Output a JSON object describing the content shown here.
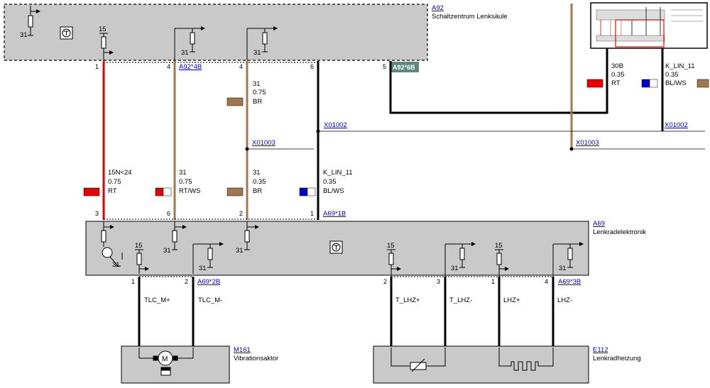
{
  "components": {
    "a92": {
      "id": "A92",
      "name": "Schaltzentrum Lenksäule"
    },
    "a69": {
      "id": "A69",
      "name": "Lenkradelektronik"
    },
    "m161": {
      "id": "M161",
      "name": "Vibrationsaktor"
    },
    "e112": {
      "id": "E112",
      "name": "Lenkradheizung"
    }
  },
  "connectors": {
    "a92_4b": "A92*4B",
    "a92_6b": "A92*6B",
    "a69_1b": "A69*1B",
    "a69_2b": "A69*2B",
    "a69_3b": "A69*3B"
  },
  "splices": {
    "x01002": "X01002",
    "x01003": "X01003"
  },
  "terminals": {
    "t15": "15",
    "t31": "31"
  },
  "pins": {
    "p1": "1",
    "p2": "2",
    "p3": "3",
    "p4": "4",
    "p5": "5",
    "p6": "6"
  },
  "wires": {
    "red_lower": {
      "signal": "15N<24",
      "size": "0.75",
      "color": "RT"
    },
    "rtws": {
      "signal": "31",
      "size": "0.75",
      "color": "RT/WS"
    },
    "br_upper": {
      "signal": "31",
      "size": "0.75",
      "color": "BR"
    },
    "br_lower": {
      "signal": "31",
      "size": "0.35",
      "color": "BR"
    },
    "blws_lower": {
      "signal": "K_LIN_11",
      "size": "0.35",
      "color": "BL/WS"
    },
    "red_upper": {
      "signal": "30B",
      "size": "0.35",
      "color": "RT"
    },
    "blws_upper": {
      "signal": "K_LIN_11",
      "size": "0.35",
      "color": "BL/WS"
    }
  },
  "signals": {
    "tlc_m_plus": "TLC_M+",
    "tlc_m_minus": "TLC_M-",
    "t_lhz_plus": "T_LHZ+",
    "t_lhz_minus": "T_LHZ-",
    "lhz_plus": "LHZ+",
    "lhz_minus": "LHZ-"
  },
  "colors": {
    "red": "#e60000",
    "brown": "#a07850",
    "blue": "#0000cc",
    "black": "#000000",
    "box_fill": "#c9c9c9",
    "badge": "#5a8a80"
  }
}
